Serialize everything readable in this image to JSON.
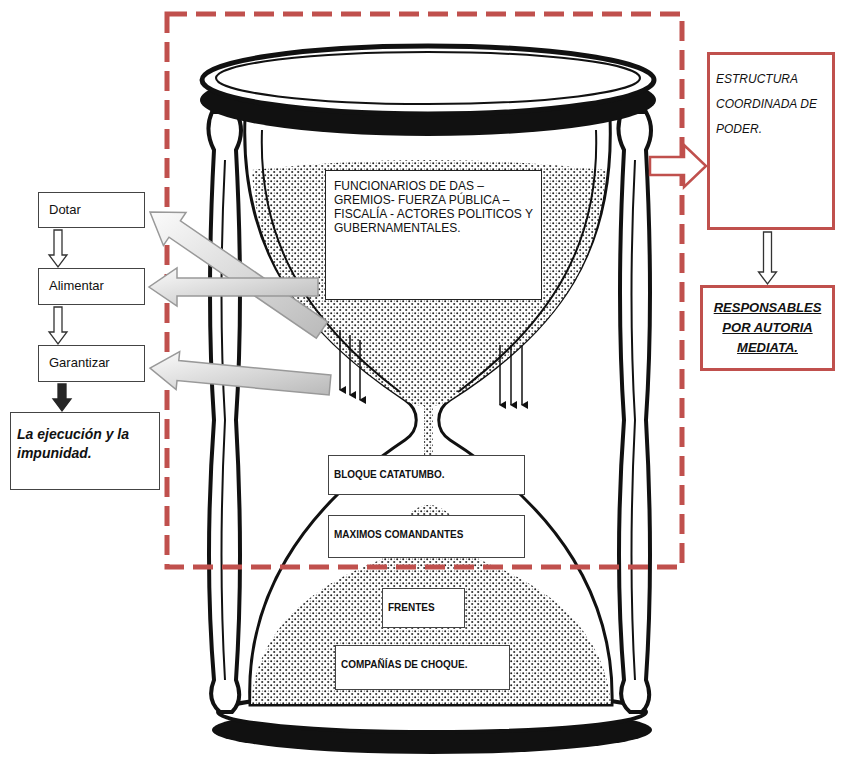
{
  "diagram": {
    "nodes": [
      {
        "text": [
          "FUNCIONARIOS DE DAS – GREMIOS- FUERZA PÚBLICA – FISCALÍA - ACTORES POLITICOS Y GUBERNAMENTALES."
        ]
      },
      {
        "text": [
          "ESTRUCTURA COORDINADA DE PODER."
        ]
      },
      {
        "text": [
          "RESPONSABLES POR AUTORIA MEDIATA."
        ]
      },
      {
        "text": [
          "Dotar"
        ]
      },
      {
        "text": [
          "Alimentar"
        ]
      },
      {
        "text": [
          "Garantizar"
        ]
      },
      {
        "text": [
          "La ejecución y la impunidad."
        ]
      },
      {
        "text": [
          "BLOQUE CATATUMBO."
        ]
      },
      {
        "text": [
          "MAXIMOS COMANDANTES"
        ]
      },
      {
        "text": [
          "FRENTES"
        ]
      },
      {
        "text": [
          "COMPAÑÍAS DE CHOQUE."
        ]
      }
    ],
    "edges": [
      {
        "from": 1,
        "to": 2,
        "arrow": "to"
      },
      {
        "from": 3,
        "to": 4,
        "arrow": "to"
      },
      {
        "from": 4,
        "to": 5,
        "arrow": "to"
      },
      {
        "from": 5,
        "to": 6,
        "arrow": "to"
      }
    ]
  }
}
